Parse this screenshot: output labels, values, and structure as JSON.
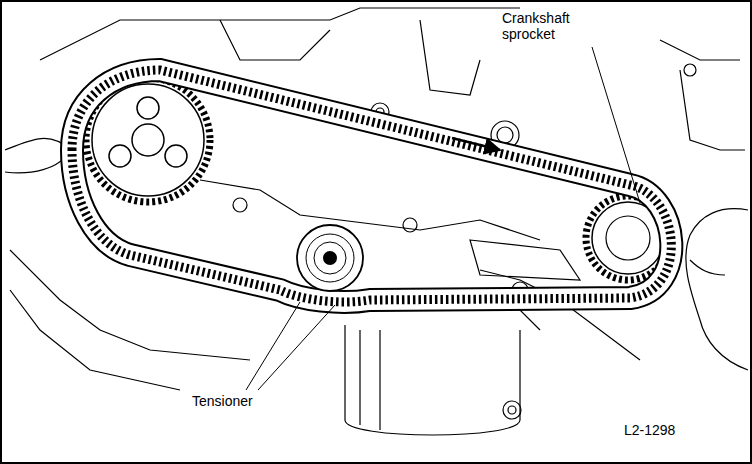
{
  "diagram": {
    "labels": [
      "Crankshaft sprocket",
      "Tensioner",
      "L2-1298"
    ]
  }
}
